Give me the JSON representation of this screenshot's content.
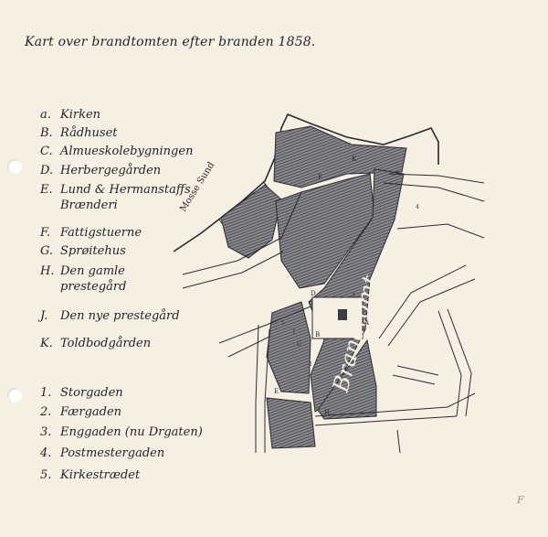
{
  "title": "Kart over brandtomten efter branden 1858.",
  "legend": {
    "buildings": [
      {
        "key": "a.",
        "label": "Kirken"
      },
      {
        "key": "B.",
        "label": "Rådhuset"
      },
      {
        "key": "C.",
        "label": "Almueskolebygningen"
      },
      {
        "key": "D.",
        "label": "Herbergegården"
      },
      {
        "key": "E.",
        "label": "Lund & Hermanstaffs",
        "label2": "Brænderi"
      },
      {
        "key": "F.",
        "label": "Fattigstuerne"
      },
      {
        "key": "G.",
        "label": "Sprøitehus"
      },
      {
        "key": "H.",
        "label": "Den gamle",
        "label2": "prestegård"
      },
      {
        "key": "J.",
        "label": "Den nye prestegård"
      },
      {
        "key": "K.",
        "label": "Toldbodgården"
      }
    ],
    "streets": [
      {
        "key": "1.",
        "label": "Storgaden"
      },
      {
        "key": "2.",
        "label": "Færgaden"
      },
      {
        "key": "3.",
        "label": "Enggaden (nu Drgaten)"
      },
      {
        "key": "4.",
        "label": "Postmestergaden"
      },
      {
        "key": "5.",
        "label": "Kirkestrædet"
      }
    ]
  },
  "map": {
    "water_label": "Mosse Sund",
    "area_label": "Brandtomt.",
    "markers": [
      "K",
      "F",
      "D",
      "A",
      "B",
      "C",
      "E",
      "H"
    ],
    "street_numbers": [
      "1",
      "2",
      "3",
      "4",
      "5"
    ]
  },
  "colors": {
    "paper": "#f6f0e2",
    "ink": "#22222d",
    "burned_area": "#5a5a5f"
  },
  "stamp": "F"
}
